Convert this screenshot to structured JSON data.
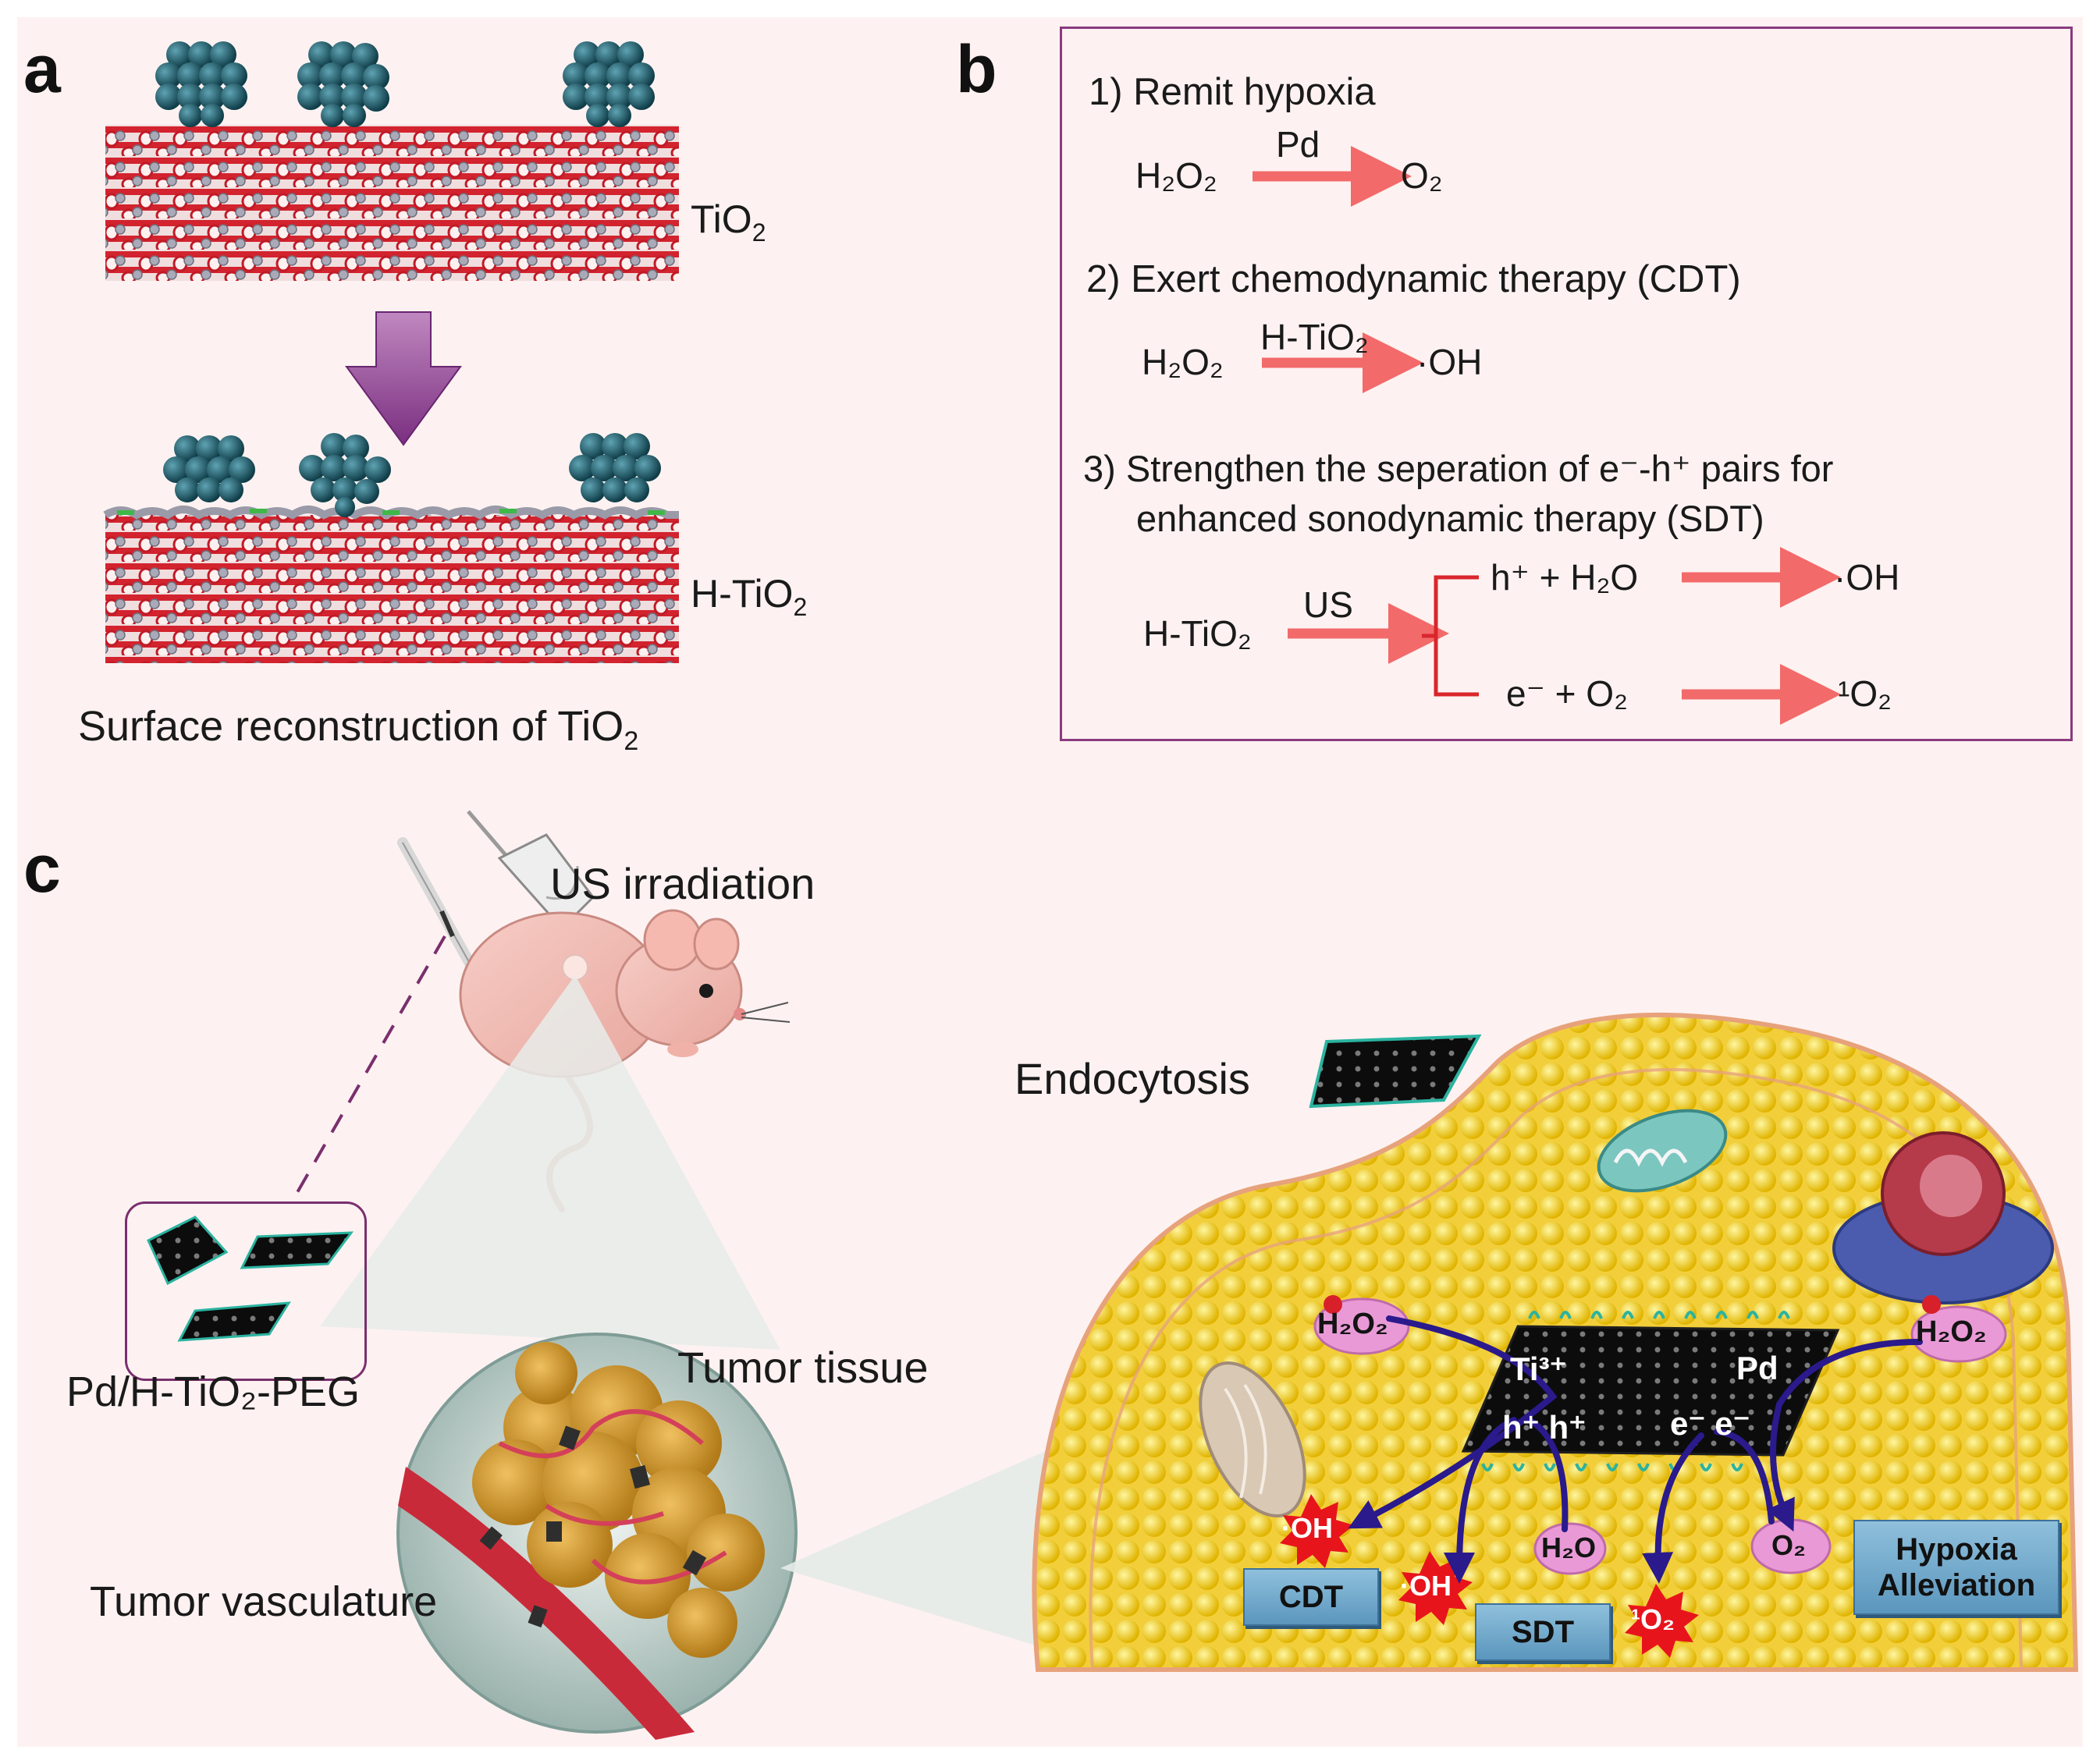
{
  "panel_a": {
    "letter": "a",
    "tio2_label_base": "TiO",
    "tio2_label_sub": "2",
    "htio2_label_base": "H-TiO",
    "htio2_label_sub": "2",
    "caption_base": "Surface  reconstruction of TiO",
    "caption_sub": "2"
  },
  "panel_b": {
    "letter": "b",
    "item1": {
      "heading": "1) Remit hypoxia",
      "left": "H₂O₂",
      "arrow_label": "Pd",
      "right": "O₂"
    },
    "item2": {
      "heading": "2) Exert chemodynamic therapy (CDT)",
      "left": "H₂O₂",
      "arrow_label": "H-TiO₂",
      "right": "·OH"
    },
    "item3": {
      "heading_line1": "3) Strengthen the seperation of e⁻-h⁺ pairs for",
      "heading_line2": "enhanced sonodynamic therapy (SDT)",
      "left": "H-TiO₂",
      "arrow_label": "US",
      "upper_reactant": "h⁺ + H₂O",
      "upper_product": "·OH",
      "lower_reactant": "e⁻ + O₂",
      "lower_product": "¹O₂"
    }
  },
  "panel_c": {
    "letter": "c",
    "us_irradiation": "US irradiation",
    "nanosheet_label": "Pd/H-TiO₂-PEG",
    "tumor_tissue": "Tumor tissue",
    "tumor_vasculature": "Tumor vasculature",
    "endocytosis": "Endocytosis",
    "cell": {
      "h2o2_left": "H₂O₂",
      "h2o2_right": "H₂O₂",
      "ti3": "Ti³⁺",
      "pd": "Pd",
      "holes": "h⁺ h⁺",
      "electrons": "e⁻ e⁻",
      "oh_cdt": "·OH",
      "oh_sdt": "·OH",
      "singlet_o2": "¹O₂",
      "h2o": "H₂O",
      "o2": "O₂",
      "cdt_box": "CDT",
      "sdt_box": "SDT",
      "hypoxia_line1": "Hypoxia",
      "hypoxia_line2": "Alleviation"
    }
  },
  "colors": {
    "background": "#fdf2f1",
    "frame_purple": "#8a3a80",
    "reaction_arrow": "#f26a6a",
    "bracket_red": "#d9262c",
    "pd_cluster": "#1f5866",
    "oxygen_red": "#d8202a",
    "titanium_grey": "#9a9aa8",
    "membrane_yellow": "#f4d21e",
    "process_arrow": "#2a1a8c",
    "label_box_blue": "#6fa6c9",
    "ros_burst_red": "#e8141c"
  }
}
